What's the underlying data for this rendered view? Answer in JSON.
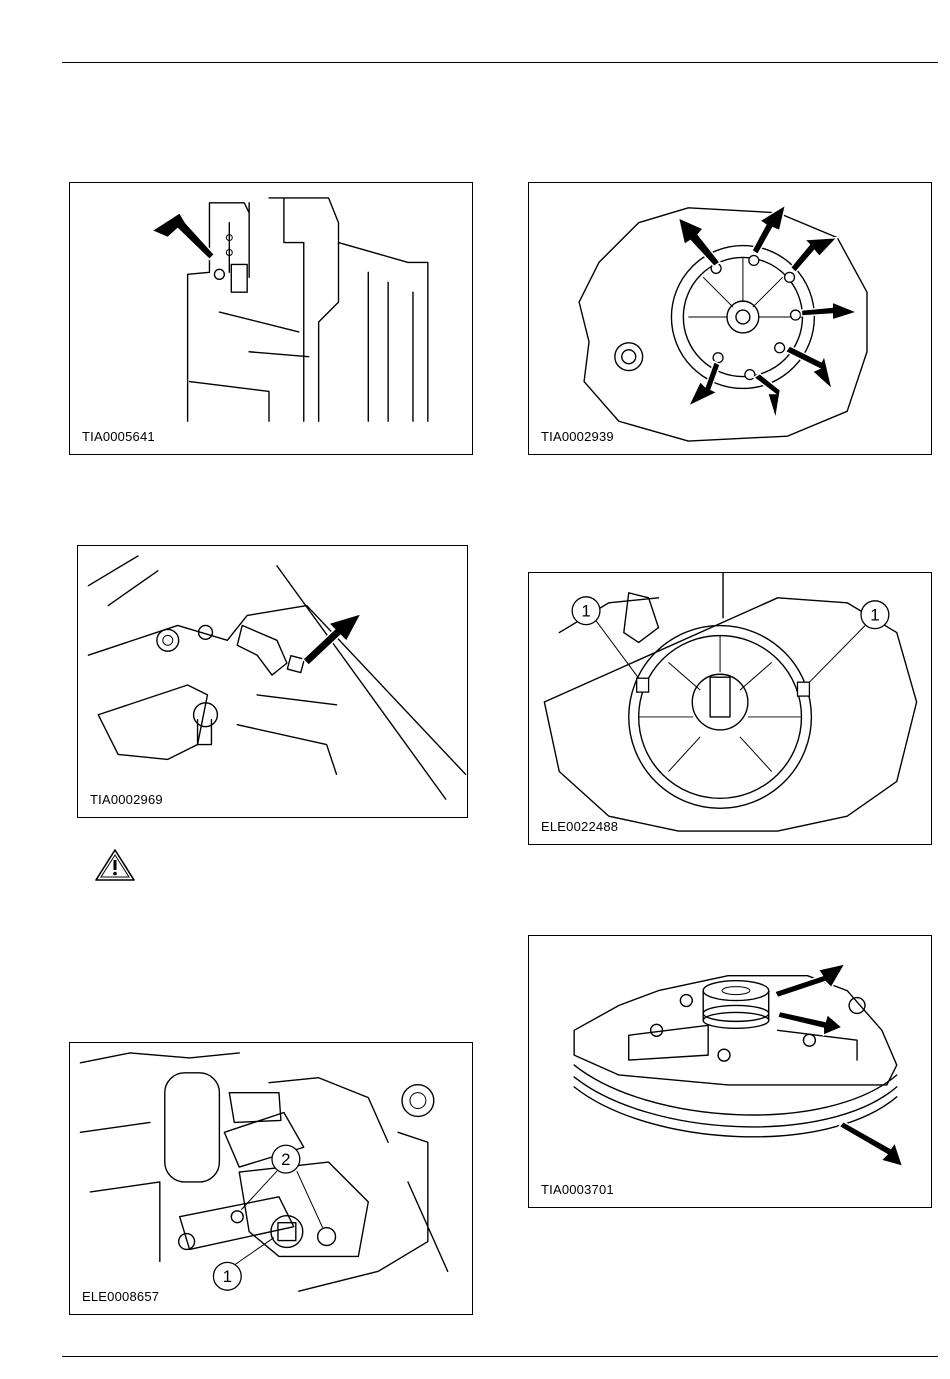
{
  "figures": [
    {
      "code": "TIA0005641"
    },
    {
      "code": "TIA0002939"
    },
    {
      "code": "TIA0002969"
    },
    {
      "code": "ELE0022488",
      "callouts": [
        "1",
        "1"
      ]
    },
    {
      "code": "ELE0008657",
      "callouts": [
        "2",
        "1"
      ]
    },
    {
      "code": "TIA0003701"
    }
  ],
  "icons": {
    "warning": "warning-triangle-icon"
  }
}
